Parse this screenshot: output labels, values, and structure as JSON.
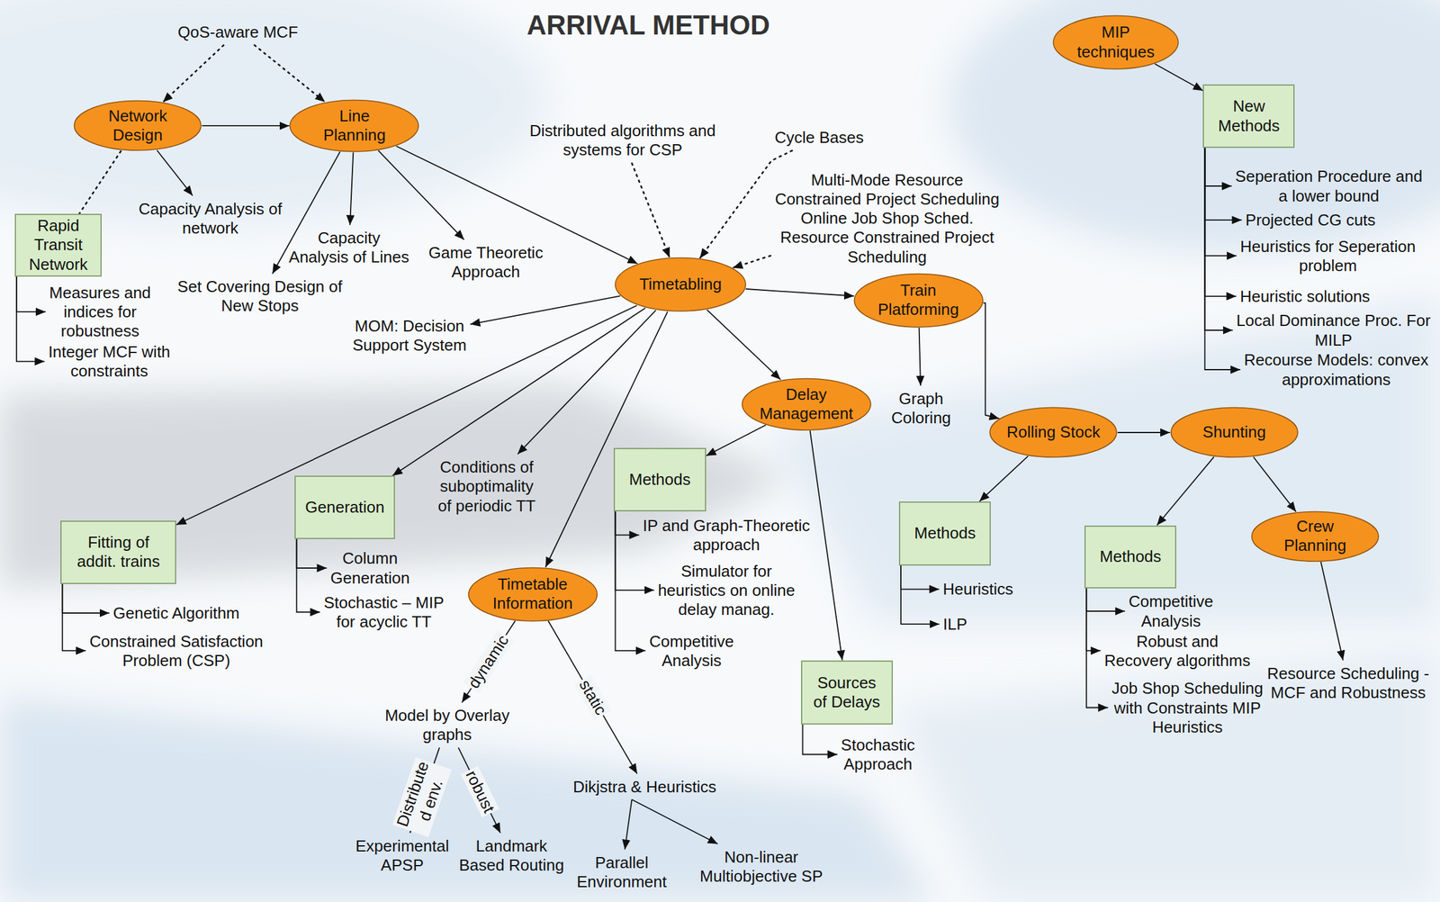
{
  "diagram": {
    "title": "ARRIVAL METHOD",
    "nodes": [
      {
        "text": [
          "QoS-aware MCF"
        ]
      },
      {
        "text": [
          "Network Design"
        ]
      },
      {
        "text": [
          "Line Planning"
        ]
      },
      {
        "text": [
          "Capacity Analysis of network"
        ]
      },
      {
        "text": [
          "Rapid Transit Network"
        ]
      },
      {
        "text": [
          "Measures and indices for robustness"
        ]
      },
      {
        "text": [
          "Integer MCF with constraints"
        ]
      },
      {
        "text": [
          "Set Covering Design of New Stops"
        ]
      },
      {
        "text": [
          "Capacity Analysis of Lines"
        ]
      },
      {
        "text": [
          "Game Theoretic Approach"
        ]
      },
      {
        "text": [
          "Distributed algorithms and systems for CSP"
        ]
      },
      {
        "text": [
          "Cycle Bases"
        ]
      },
      {
        "text": [
          "Multi-Mode Resource Constrained Project Scheduling",
          "Online Job Shop Sched.",
          "Resource Constrained Project Scheduling"
        ]
      },
      {
        "text": [
          "Timetabling"
        ]
      },
      {
        "text": [
          "MOM: Decision Support System"
        ]
      },
      {
        "text": [
          "Train Platforming"
        ]
      },
      {
        "text": [
          "Graph Coloring"
        ]
      },
      {
        "text": [
          "Delay Management"
        ]
      },
      {
        "text": [
          "Methods"
        ]
      },
      {
        "text": [
          "IP and Graph-Theoretic approach"
        ]
      },
      {
        "text": [
          "Simulator for heuristics on online delay manag."
        ]
      },
      {
        "text": [
          "Competitive Analysis"
        ]
      },
      {
        "text": [
          "Sources of Delays"
        ]
      },
      {
        "text": [
          "Stochastic Approach"
        ]
      },
      {
        "text": [
          "Conditions of suboptimality of periodic TT"
        ]
      },
      {
        "text": [
          "Generation"
        ]
      },
      {
        "text": [
          "Column Generation"
        ]
      },
      {
        "text": [
          "Stochastic – MIP for acyclic TT"
        ]
      },
      {
        "text": [
          "Fitting of addit. trains"
        ]
      },
      {
        "text": [
          "Genetic Algorithm"
        ]
      },
      {
        "text": [
          "Constrained Satisfaction Problem (CSP)"
        ]
      },
      {
        "text": [
          "Timetable Information"
        ]
      },
      {
        "text": [
          "Model by Overlay graphs"
        ]
      },
      {
        "text": [
          "Experimental APSP"
        ]
      },
      {
        "text": [
          "Landmark Based Routing"
        ]
      },
      {
        "text": [
          "Dikjstra & Heuristics"
        ]
      },
      {
        "text": [
          "Parallel Environment"
        ]
      },
      {
        "text": [
          "Non-linear Multiobjective SP"
        ]
      },
      {
        "text": [
          "Rolling Stock"
        ]
      },
      {
        "text": [
          "Shunting"
        ]
      },
      {
        "text": [
          "Methods"
        ]
      },
      {
        "text": [
          "Heuristics"
        ]
      },
      {
        "text": [
          "ILP"
        ]
      },
      {
        "text": [
          "Methods"
        ]
      },
      {
        "text": [
          "Competitive Analysis"
        ]
      },
      {
        "text": [
          "Robust and Recovery algorithms"
        ]
      },
      {
        "text": [
          "Job Shop Scheduling with Constraints MIP Heuristics"
        ]
      },
      {
        "text": [
          "Crew Planning"
        ]
      },
      {
        "text": [
          "Resource Scheduling - MCF and Robustness"
        ]
      },
      {
        "text": [
          "MIP techniques"
        ]
      },
      {
        "text": [
          "New Methods"
        ]
      },
      {
        "text": [
          "Seperation Procedure and a lower bound"
        ]
      },
      {
        "text": [
          "Projected CG cuts"
        ]
      },
      {
        "text": [
          "Heuristics for Seperation problem"
        ]
      },
      {
        "text": [
          "Heuristic solutions"
        ]
      },
      {
        "text": [
          "Local Dominance Proc. For MILP"
        ]
      },
      {
        "text": [
          "Recourse Models: convex approximations"
        ]
      }
    ],
    "edges": [
      {
        "from": 0,
        "to": 1,
        "arrow": "to"
      },
      {
        "from": 0,
        "to": 2,
        "arrow": "to"
      },
      {
        "from": 1,
        "to": 2,
        "arrow": "to"
      },
      {
        "from": 1,
        "to": 3,
        "arrow": "to"
      },
      {
        "from": 1,
        "to": 4,
        "arrow": "none"
      },
      {
        "from": 4,
        "to": 5,
        "arrow": "to"
      },
      {
        "from": 4,
        "to": 6,
        "arrow": "to"
      },
      {
        "from": 2,
        "to": 7,
        "arrow": "to"
      },
      {
        "from": 2,
        "to": 8,
        "arrow": "to"
      },
      {
        "from": 2,
        "to": 9,
        "arrow": "to"
      },
      {
        "from": 2,
        "to": 13,
        "arrow": "to"
      },
      {
        "from": 10,
        "to": 13,
        "arrow": "to"
      },
      {
        "from": 11,
        "to": 13,
        "arrow": "to"
      },
      {
        "from": 12,
        "to": 13,
        "arrow": "to"
      },
      {
        "from": 13,
        "to": 14,
        "arrow": "to"
      },
      {
        "from": 13,
        "to": 15,
        "arrow": "to"
      },
      {
        "from": 13,
        "to": 17,
        "arrow": "to"
      },
      {
        "from": 13,
        "to": 24,
        "arrow": "to"
      },
      {
        "from": 13,
        "to": 25,
        "arrow": "to"
      },
      {
        "from": 13,
        "to": 28,
        "arrow": "to"
      },
      {
        "from": 13,
        "to": 31,
        "arrow": "to"
      },
      {
        "from": 15,
        "to": 16,
        "arrow": "to"
      },
      {
        "from": 15,
        "to": 38,
        "arrow": "to"
      },
      {
        "from": 17,
        "to": 18,
        "arrow": "to"
      },
      {
        "from": 17,
        "to": 22,
        "arrow": "to"
      },
      {
        "from": 18,
        "to": 19,
        "arrow": "to"
      },
      {
        "from": 18,
        "to": 20,
        "arrow": "to"
      },
      {
        "from": 18,
        "to": 21,
        "arrow": "to"
      },
      {
        "from": 22,
        "to": 23,
        "arrow": "to"
      },
      {
        "from": 25,
        "to": 26,
        "arrow": "to"
      },
      {
        "from": 25,
        "to": 27,
        "arrow": "to"
      },
      {
        "from": 28,
        "to": 29,
        "arrow": "to"
      },
      {
        "from": 28,
        "to": 30,
        "arrow": "to"
      },
      {
        "from": 31,
        "to": 32,
        "label": "dynamic",
        "arrow": "to"
      },
      {
        "from": 31,
        "to": 35,
        "label": "static",
        "arrow": "to"
      },
      {
        "from": 32,
        "to": 33,
        "label": "Distribute d env.",
        "arrow": "to"
      },
      {
        "from": 32,
        "to": 34,
        "label": "robust",
        "arrow": "to"
      },
      {
        "from": 35,
        "to": 36,
        "arrow": "to"
      },
      {
        "from": 35,
        "to": 37,
        "arrow": "to"
      },
      {
        "from": 38,
        "to": 39,
        "arrow": "to"
      },
      {
        "from": 38,
        "to": 40,
        "arrow": "to"
      },
      {
        "from": 40,
        "to": 41,
        "arrow": "to"
      },
      {
        "from": 40,
        "to": 42,
        "arrow": "to"
      },
      {
        "from": 39,
        "to": 43,
        "arrow": "to"
      },
      {
        "from": 39,
        "to": 47,
        "arrow": "to"
      },
      {
        "from": 43,
        "to": 44,
        "arrow": "to"
      },
      {
        "from": 43,
        "to": 45,
        "arrow": "to"
      },
      {
        "from": 43,
        "to": 46,
        "arrow": "to"
      },
      {
        "from": 47,
        "to": 48,
        "arrow": "to"
      },
      {
        "from": 49,
        "to": 50,
        "arrow": "to"
      },
      {
        "from": 50,
        "to": 51,
        "arrow": "to"
      },
      {
        "from": 50,
        "to": 52,
        "arrow": "to"
      },
      {
        "from": 50,
        "to": 53,
        "arrow": "to"
      },
      {
        "from": 50,
        "to": 54,
        "arrow": "to"
      },
      {
        "from": 50,
        "to": 55,
        "arrow": "to"
      },
      {
        "from": 50,
        "to": 56,
        "arrow": "to"
      }
    ]
  }
}
